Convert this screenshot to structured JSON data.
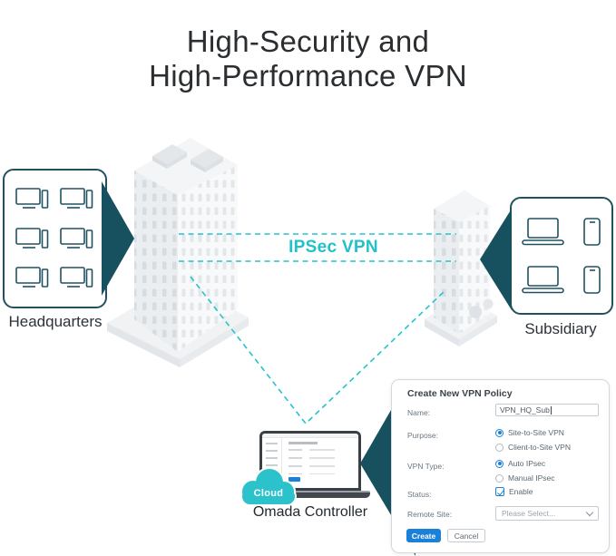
{
  "title": {
    "line1": "High-Security and",
    "line2": "High-Performance VPN"
  },
  "diagram": {
    "headquarters_label": "Headquarters",
    "subsidiary_label": "Subsidiary",
    "link_label": "IPSec VPN",
    "cloud_label": "Cloud",
    "controller_label": "Omada Controller",
    "icons": {
      "headquarters_devices": "desktop-computer x6",
      "subsidiary_devices": "laptop x2, phone x2",
      "controller": "laptop with cloud badge"
    }
  },
  "form": {
    "title": "Create New VPN Policy",
    "name": {
      "label": "Name:",
      "value": "VPN_HQ_Sub"
    },
    "purpose": {
      "label": "Purpose:",
      "options": [
        {
          "label": "Site-to-Site VPN",
          "selected": true
        },
        {
          "label": "Client-to-Site VPN",
          "selected": false
        }
      ]
    },
    "vpn_type": {
      "label": "VPN Type:",
      "options": [
        {
          "label": "Auto IPsec",
          "selected": true
        },
        {
          "label": "Manual IPsec",
          "selected": false
        }
      ]
    },
    "status": {
      "label": "Status:",
      "option_label": "Enable",
      "checked": true
    },
    "remote_site": {
      "label": "Remote Site:",
      "placeholder": "Please Select..."
    },
    "buttons": {
      "create": "Create",
      "cancel": "Cancel"
    }
  },
  "colors": {
    "teal_dark": "#17505f",
    "teal_accent": "#25c3cc",
    "blue": "#1a80d8",
    "title_text": "#2b2e31"
  }
}
